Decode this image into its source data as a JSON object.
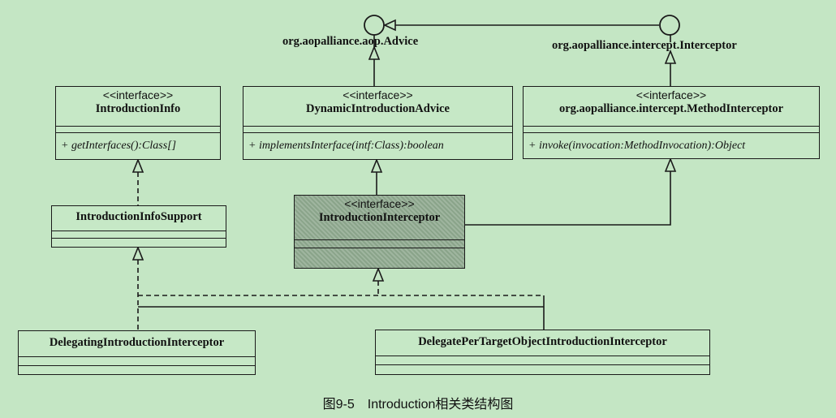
{
  "interfaces": {
    "advice": "org.aopalliance.aop.Advice",
    "interceptor": "org.aopalliance.intercept.Interceptor"
  },
  "boxes": {
    "introduction_info": {
      "stereotype": "<<interface>>",
      "name": "IntroductionInfo",
      "operation": "+ getInterfaces():Class[]"
    },
    "dynamic_introduction_advice": {
      "stereotype": "<<interface>>",
      "name": "DynamicIntroductionAdvice",
      "operation": "+ implementsInterface(intf:Class):boolean"
    },
    "method_interceptor": {
      "stereotype": "<<interface>>",
      "name": "org.aopalliance.intercept.MethodInterceptor",
      "operation": "+ invoke(invocation:MethodInvocation):Object"
    },
    "introduction_info_support": {
      "name": "IntroductionInfoSupport"
    },
    "introduction_interceptor": {
      "stereotype": "<<interface>>",
      "name": "IntroductionInterceptor"
    },
    "delegating_introduction_interceptor": {
      "name": "DelegatingIntroductionInterceptor"
    },
    "delegate_per_target_object_introduction_interceptor": {
      "name": "DelegatePerTargetObjectIntroductionInterceptor"
    }
  },
  "caption": "图9-5　Introduction相关类结构图"
}
